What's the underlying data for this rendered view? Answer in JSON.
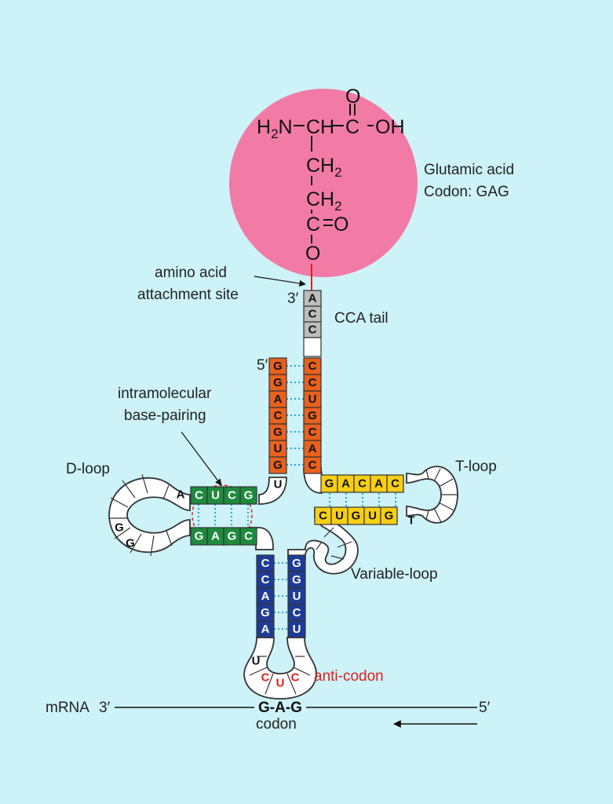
{
  "colors": {
    "background": "#cdf2f8",
    "amino_circle": "#f27ba5",
    "acceptor_stem": "#e8621e",
    "d_stem": "#1e8a3e",
    "anticodon_stem": "#1f3b94",
    "t_stem": "#f6cf14",
    "cca": "#bdbdbd",
    "loop_fill": "#ffffff",
    "outline": "#333333",
    "h_bond": "#2aa5d6",
    "anticodon": "#e0201c",
    "link": "#e0201c"
  },
  "molecule": {
    "h2n": "H",
    "h2n_sub": "2",
    "h2n_n": "N",
    "ch": "CH",
    "c": "C",
    "oh": "OH",
    "o_top": "O",
    "ch2_a": "CH",
    "ch2_a_sub": "2",
    "ch2_b": "CH",
    "ch2_b_sub": "2",
    "c_ester": "C",
    "o_double": "O",
    "o_link": "O"
  },
  "labels": {
    "amino_acid_name": "Glutamic acid",
    "amino_acid_codon": "Codon: GAG",
    "attachment_line1": "amino acid",
    "attachment_line2": "attachment site",
    "three_prime": "3′",
    "five_prime": "5′",
    "cca_tail": "CCA tail",
    "intramolecular_line1": "intramolecular",
    "intramolecular_line2": "base-pairing",
    "d_loop": "D-loop",
    "t_loop": "T-loop",
    "variable_loop": "Variable-loop",
    "anti_codon": "anti-codon",
    "mrna": "mRNA",
    "mrna_three_prime": "3′",
    "mrna_five_prime": "5′",
    "codon_word": "codon"
  },
  "bases": {
    "cca": [
      "A",
      "C",
      "C"
    ],
    "acceptor_5p": [
      "G",
      "G",
      "A",
      "C",
      "G",
      "U",
      "G"
    ],
    "acceptor_3p": [
      "C",
      "C",
      "U",
      "G",
      "C",
      "A",
      "C"
    ],
    "d_stem_top": [
      "C",
      "U",
      "C",
      "G"
    ],
    "d_stem_bottom": [
      "G",
      "A",
      "G",
      "C"
    ],
    "d_loop_letters": [
      "A",
      "G",
      "G",
      "U"
    ],
    "anticodon_stem_left": [
      "C",
      "C",
      "A",
      "G",
      "A"
    ],
    "anticodon_stem_right": [
      "G",
      "G",
      "U",
      "C",
      "U"
    ],
    "anticodon_loop_u": "U",
    "anticodon": [
      "C",
      "U",
      "C"
    ],
    "t_stem_top": [
      "G",
      "A",
      "C",
      "A",
      "C"
    ],
    "t_stem_bottom": [
      "C",
      "U",
      "G",
      "U",
      "G"
    ],
    "t_loop_t": "T"
  },
  "codon": {
    "text": "G-A-G"
  }
}
